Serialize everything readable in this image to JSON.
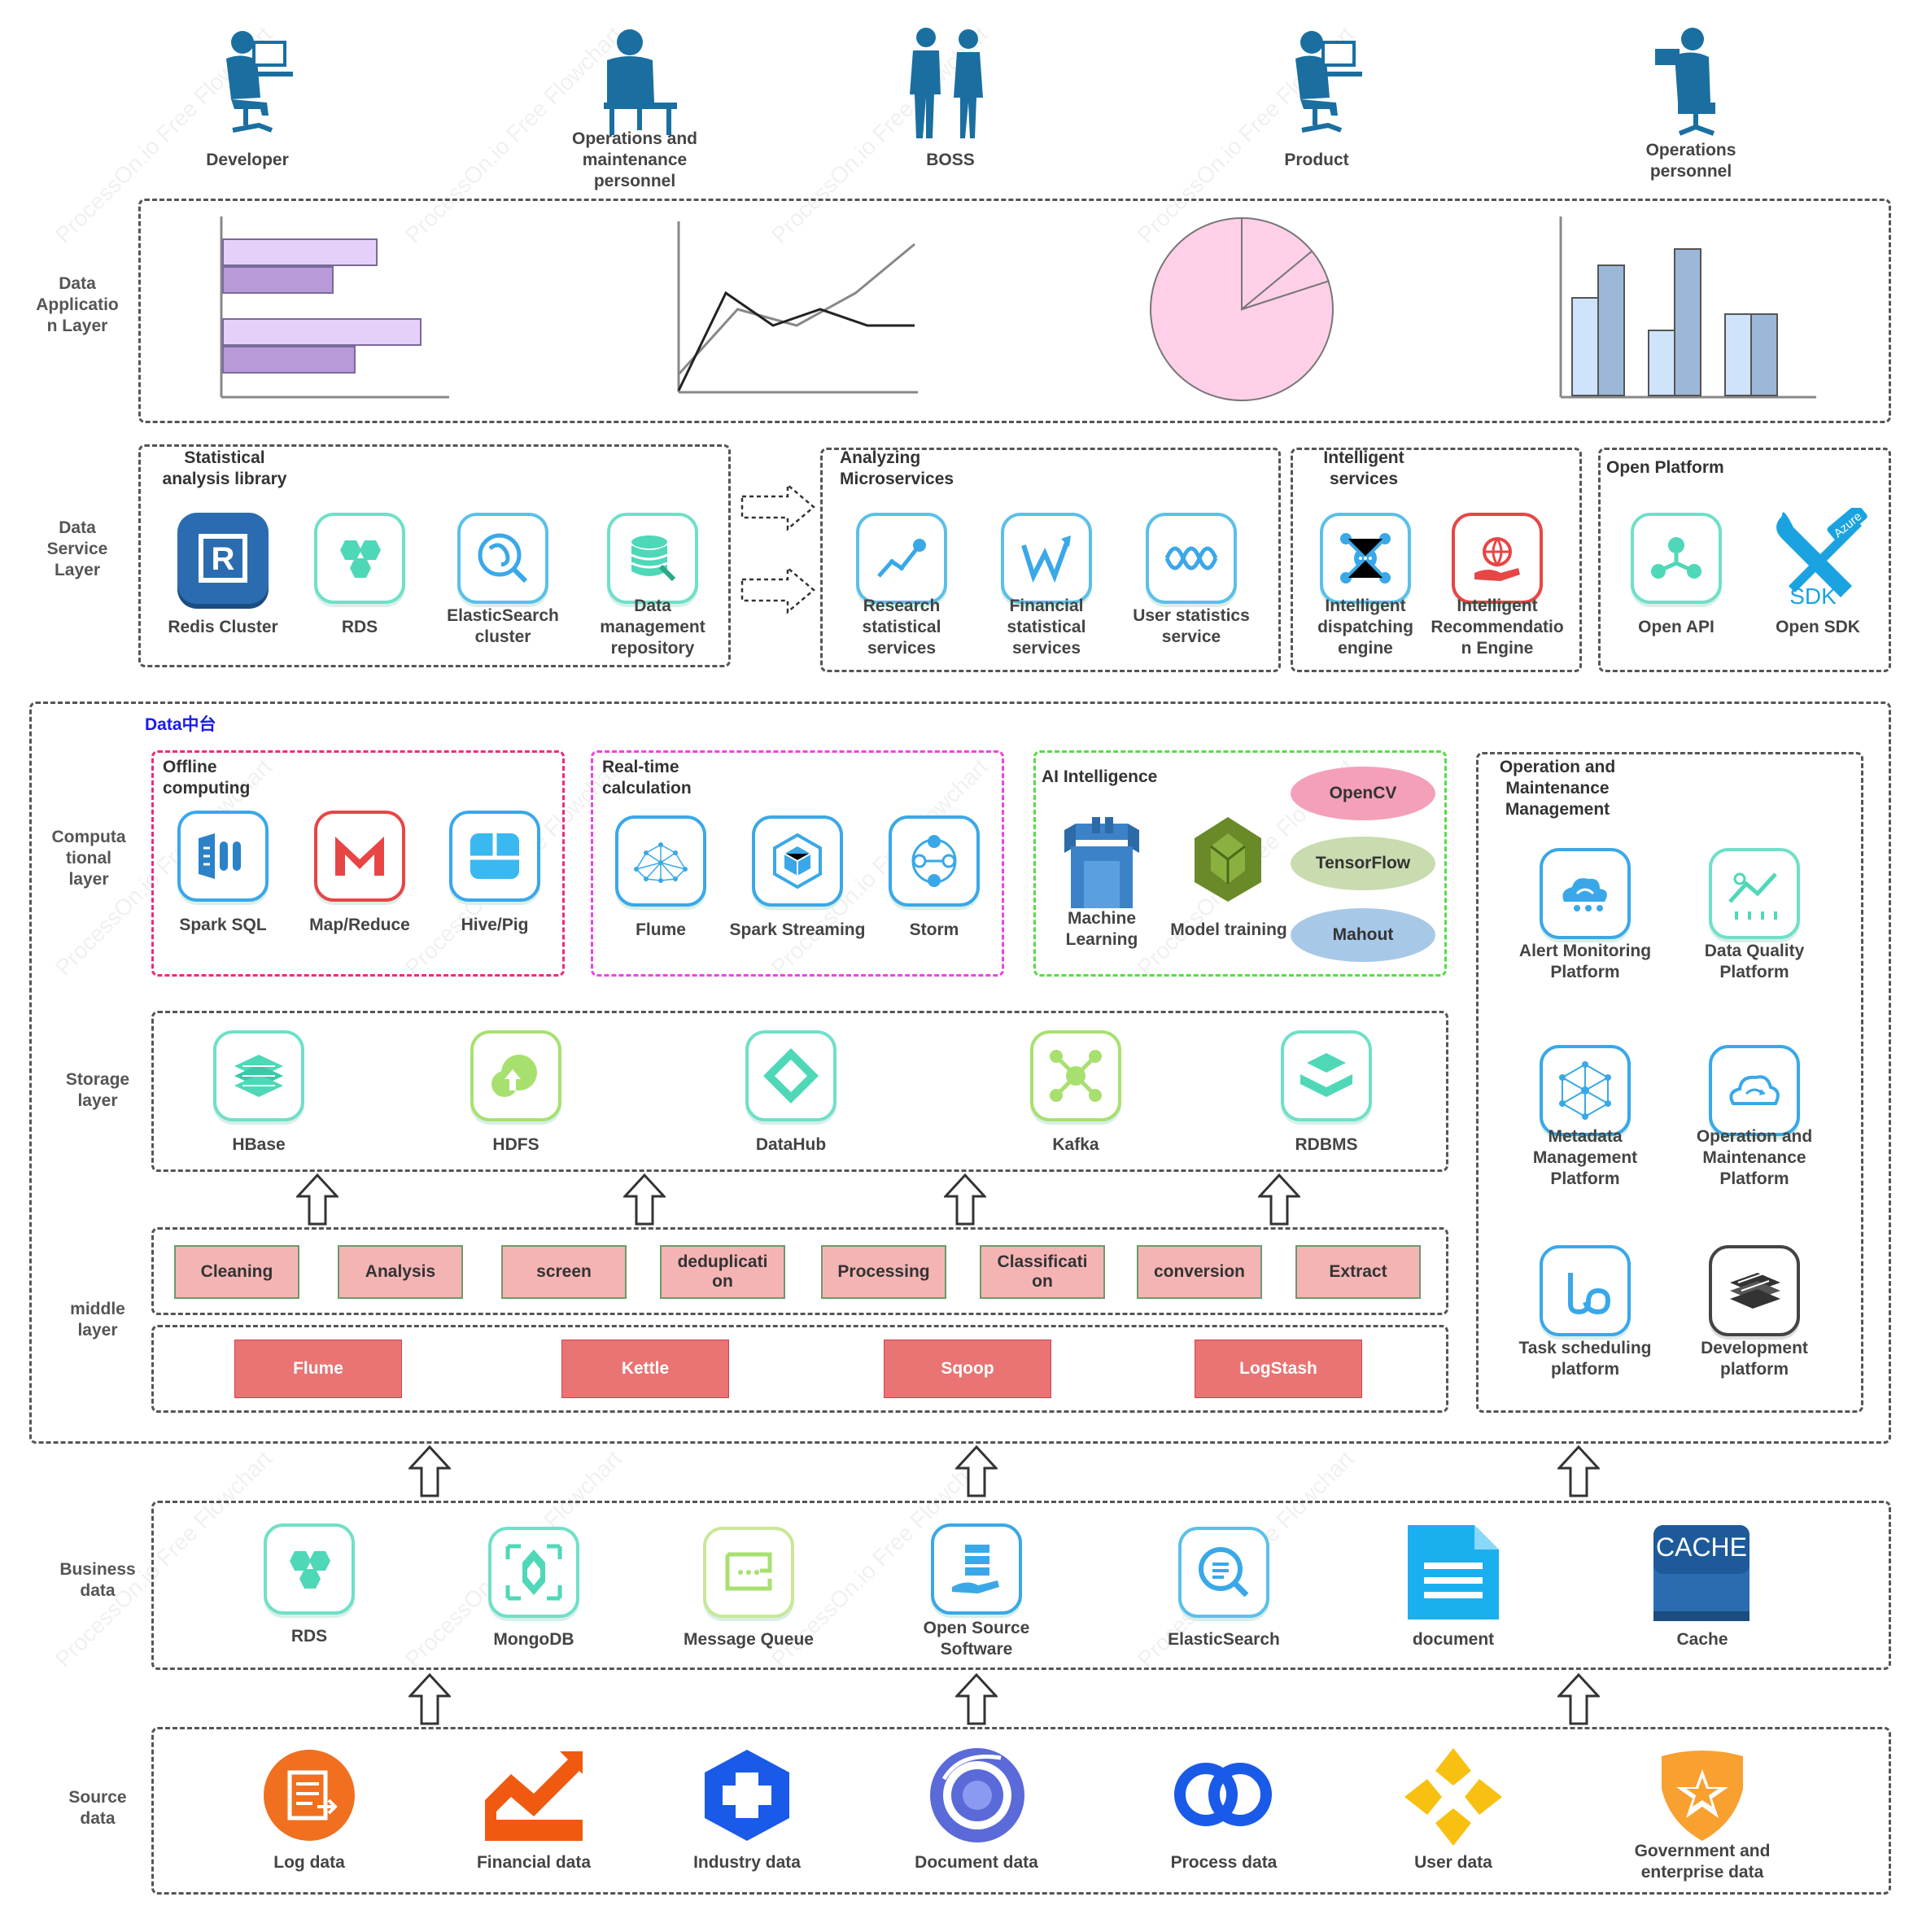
{
  "personas": [
    {
      "label": "Developer"
    },
    {
      "label": "Operations and\nmaintenance\npersonnel"
    },
    {
      "label": "BOSS"
    },
    {
      "label": "Product"
    },
    {
      "label": "Operations\npersonnel"
    }
  ],
  "layers": {
    "data_application": "Data\nApplicatio\nn Layer",
    "data_service": "Data\nService\nLayer",
    "computational": "Computa\ntional\nlayer",
    "storage": "Storage\nlayer",
    "middle": "middle\nlayer",
    "business": "Business\ndata",
    "source": "Source\ndata"
  },
  "data_service": {
    "statistical": {
      "title": "Statistical\nanalysis library",
      "items": [
        "Redis Cluster",
        "RDS",
        "ElasticSearch\ncluster",
        "Data\nmanagement\nrepository"
      ]
    },
    "microservices": {
      "title": "Analyzing\nMicroservices",
      "items": [
        "Research\nstatistical\nservices",
        "Financial\nstatistical\nservices",
        "User statistics\nservice"
      ]
    },
    "intelligent": {
      "title": "Intelligent\nservices",
      "items": [
        "Intelligent\ndispatching\nengine",
        "Intelligent\nRecommendatio\nn Engine"
      ]
    },
    "open_platform": {
      "title": "Open Platform",
      "items": [
        "Open API",
        "Open SDK"
      ],
      "azure_badge": "Azure",
      "sdk_badge": "SDK"
    }
  },
  "data_middle": {
    "title": "Data中台",
    "offline": {
      "title": "Offline\ncomputing",
      "items": [
        "Spark SQL",
        "Map/Reduce",
        "Hive/Pig"
      ]
    },
    "realtime": {
      "title": "Real-time\ncalculation",
      "items": [
        "Flume",
        "Spark Streaming",
        "Storm"
      ]
    },
    "ai": {
      "title": "AI Intelligence",
      "items": [
        "Machine\nLearning",
        "Model training"
      ],
      "frameworks": [
        "OpenCV",
        "TensorFlow",
        "Mahout"
      ]
    },
    "ops": {
      "title": "Operation and\nMaintenance\nManagement",
      "items": [
        "Alert Monitoring\nPlatform",
        "Data Quality\nPlatform",
        "Metadata\nManagement\nPlatform",
        "Operation and\nMaintenance\nPlatform",
        "Task scheduling\nplatform",
        "Development\nplatform"
      ]
    },
    "storage": [
      "HBase",
      "HDFS",
      "DataHub",
      "Kafka",
      "RDBMS"
    ],
    "processing": [
      "Cleaning",
      "Analysis",
      "screen",
      "deduplicati\non",
      "Processing",
      "Classificati\non",
      "conversion",
      "Extract"
    ],
    "collection": [
      "Flume",
      "Kettle",
      "Sqoop",
      "LogStash"
    ]
  },
  "business_data": [
    "RDS",
    "MongoDB",
    "Message Queue",
    "Open Source\nSoftware",
    "ElasticSearch",
    "document",
    "Cache"
  ],
  "cache_badge": "CACHE",
  "source_data": [
    "Log data",
    "Financial data",
    "Industry data",
    "Document data",
    "Process data",
    "User data",
    "Government and\nenterprise data"
  ],
  "watermark": "ProcessOn.io Free Flowchart",
  "colors": {
    "teal": "#4fd8b8",
    "blue": "#3aa8e8",
    "dark_blue": "#2b6cb0",
    "pink_border": "#ee2a7b",
    "magenta_border": "#ee44dd",
    "green_border": "#55dd44",
    "pink_box": "#f4b4b4",
    "red_box": "#ea7373",
    "orange": "#f07020"
  },
  "chart_data": [
    {
      "type": "bar",
      "orientation": "horizontal",
      "series": [
        {
          "values": [
            7,
            5,
            9,
            6
          ]
        }
      ]
    },
    {
      "type": "line",
      "series": [
        {
          "values": [
            1,
            5,
            4,
            6,
            9
          ]
        },
        {
          "values": [
            0,
            6,
            4,
            5,
            4,
            4
          ]
        }
      ]
    },
    {
      "type": "pie",
      "values": [
        80,
        14,
        6
      ]
    },
    {
      "type": "bar",
      "series": [
        {
          "values": [
            6,
            4,
            5
          ]
        },
        {
          "values": [
            8,
            9,
            5
          ]
        }
      ]
    }
  ]
}
